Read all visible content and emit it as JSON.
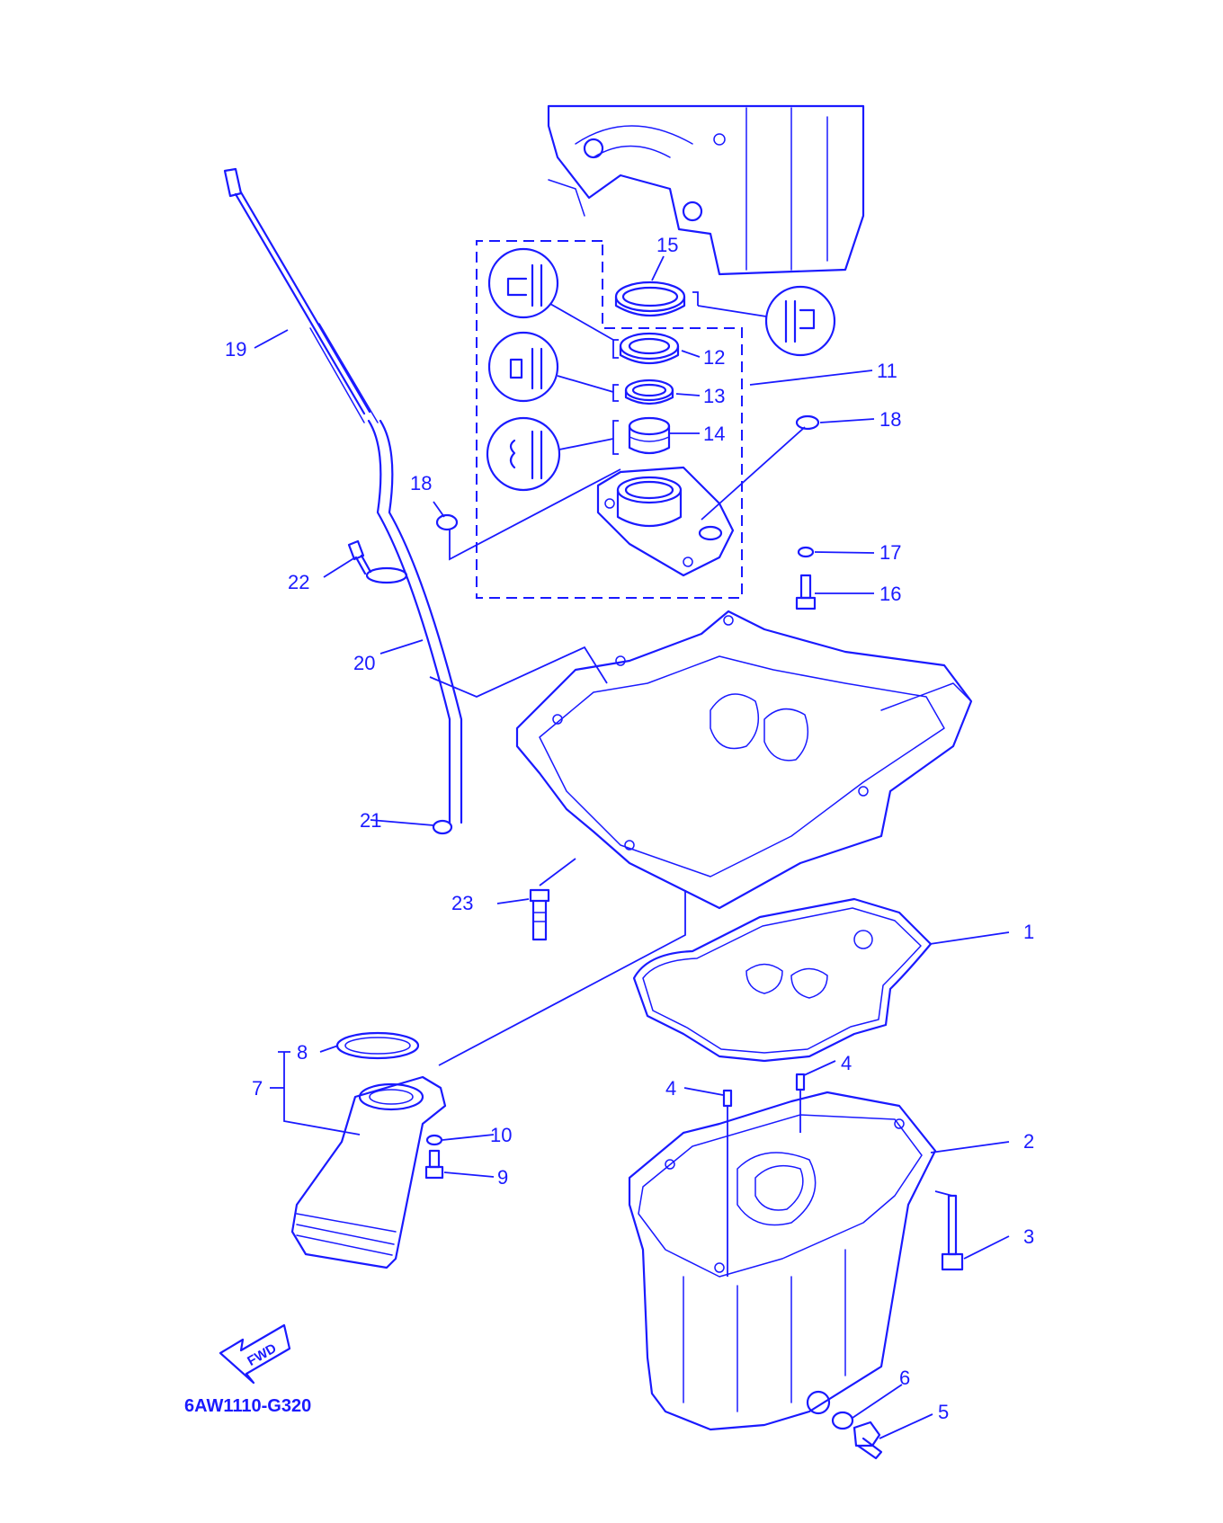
{
  "diagram_code": "6AW1110-G320",
  "fwd_label": "FWD",
  "colors": {
    "line": "#1a1aff",
    "background": "#ffffff"
  },
  "callouts": {
    "p1": "1",
    "p2": "2",
    "p3": "3",
    "p4a": "4",
    "p4b": "4",
    "p5": "5",
    "p6": "6",
    "p7": "7",
    "p8": "8",
    "p9": "9",
    "p10": "10",
    "p11": "11",
    "p12": "12",
    "p13": "13",
    "p14": "14",
    "p15": "15",
    "p16": "16",
    "p17": "17",
    "p18a": "18",
    "p18b": "18",
    "p19": "19",
    "p20": "20",
    "p21": "21",
    "p22": "22",
    "p23": "23"
  }
}
